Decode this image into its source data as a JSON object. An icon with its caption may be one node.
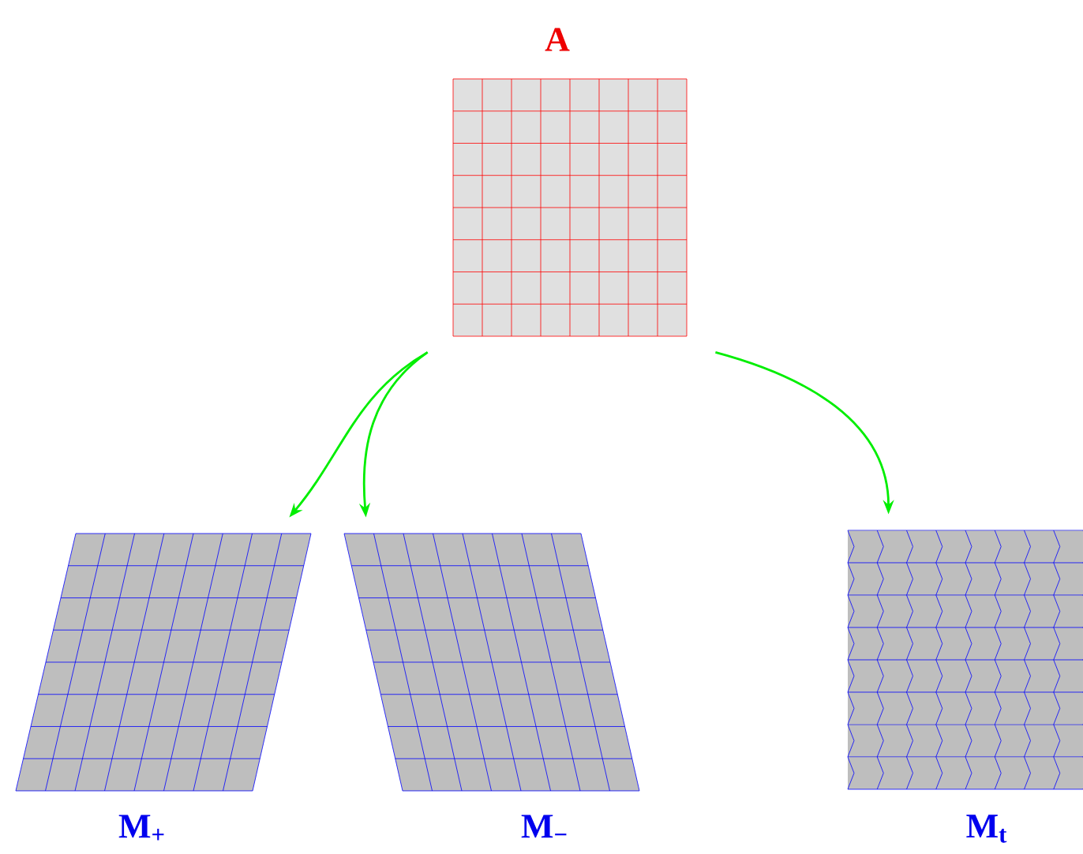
{
  "diagram": {
    "nodes": [
      {
        "text": [
          "A"
        ]
      },
      {
        "text": [
          "M$_{+}$"
        ]
      },
      {
        "text": [
          "M$_{−}$"
        ]
      },
      {
        "text": [
          "M$_{t}$"
        ]
      }
    ],
    "edges": [
      {
        "from": 0,
        "to": 1,
        "arrow": "to"
      },
      {
        "from": 0,
        "to": 2,
        "arrow": "to"
      },
      {
        "from": 0,
        "to": 3,
        "arrow": "to"
      }
    ]
  }
}
